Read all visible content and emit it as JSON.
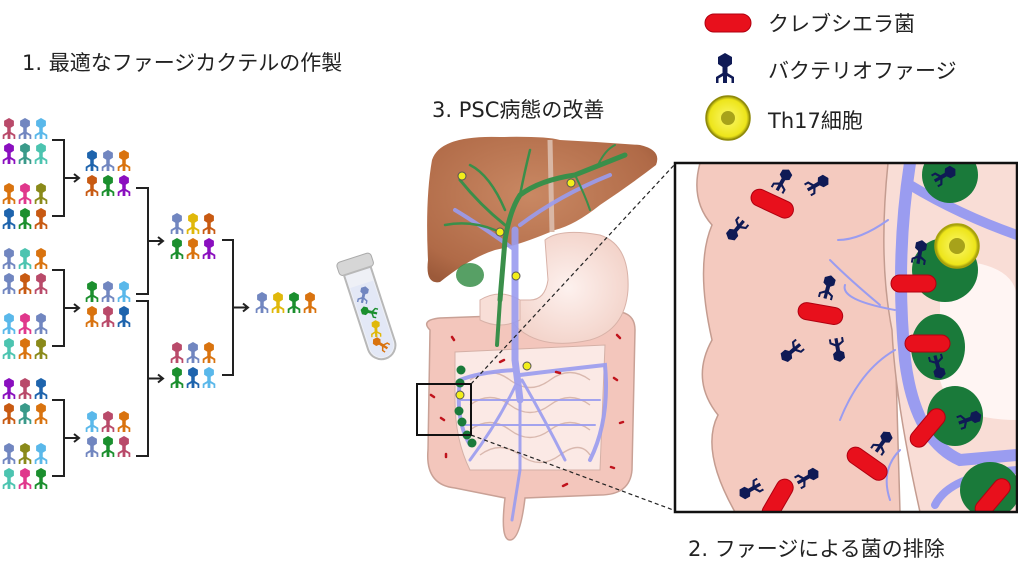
{
  "labels": {
    "step1": "1. 最適なファージカクテルの作製",
    "step2": "2. ファージによる菌の排除",
    "step3": "3. PSC病態の改善"
  },
  "legend": [
    {
      "icon": "klebsiella-bacterium-icon",
      "label": "クレブシエラ菌",
      "color": "#e8101c"
    },
    {
      "icon": "bacteriophage-icon",
      "label": "バクテリオファージ",
      "color": "#0f1a55"
    },
    {
      "icon": "th17-cell-icon",
      "label": "Th17細胞",
      "color": "#f2ee1a"
    }
  ],
  "cocktail": {
    "round1_groups": [
      [
        "#b94a6a",
        "#7186c0",
        "#5ab8ea",
        "#8a0fbf",
        "#3a9a8a",
        "#4cc4b0"
      ],
      [
        "#d9730f",
        "#e0388c",
        "#8a8a1a",
        "#1e64ad",
        "#1b8f2e",
        "#c85a12"
      ],
      [
        "#7186c0",
        "#4cc4b0",
        "#d9730f",
        "#7186c0",
        "#c85a12",
        "#b94a6a"
      ],
      [
        "#5ab8ea",
        "#e0388c",
        "#7186c0",
        "#4cc4b0",
        "#d9730f",
        "#8a8a1a"
      ],
      [
        "#8a0fbf",
        "#b94a6a",
        "#1e64ad",
        "#c85a12",
        "#3a9a8a",
        "#d9730f"
      ],
      [
        "#7186c0",
        "#8a8a1a",
        "#5ab8ea",
        "#4cc4b0",
        "#e0388c",
        "#1b8f2e"
      ]
    ],
    "round2_groups": [
      [
        "#1e64ad",
        "#7186c0",
        "#d9730f",
        "#c85a12",
        "#1b8f2e",
        "#8a0fbf"
      ],
      [
        "#1b8f2e",
        "#7186c0",
        "#5ab8ea",
        "#d9730f",
        "#b94a6a",
        "#1e64ad"
      ],
      [
        "#5ab8ea",
        "#b94a6a",
        "#d9730f",
        "#7186c0",
        "#1b8f2e",
        "#b94a6a"
      ]
    ],
    "round3_groups": [
      [
        "#7186c0",
        "#e0b80a",
        "#c85a12",
        "#1b8f2e",
        "#d9730f",
        "#8a0fbf"
      ],
      [
        "#b94a6a",
        "#7186c0",
        "#d9730f",
        "#1b8f2e",
        "#1e64ad",
        "#5ab8ea"
      ]
    ],
    "final": [
      "#7186c0",
      "#e0b80a",
      "#1b8f2e",
      "#d9730f"
    ]
  },
  "colors": {
    "liver": "#b8734f",
    "bile_duct": "#3a8f4a",
    "vessel": "#9a9cf0",
    "intestine": "#f3c6bc",
    "bacterium": "#e8101c",
    "phage": "#0f1a55",
    "lymph_node": "#1a7a3a",
    "th17": "#f2ee1a"
  }
}
